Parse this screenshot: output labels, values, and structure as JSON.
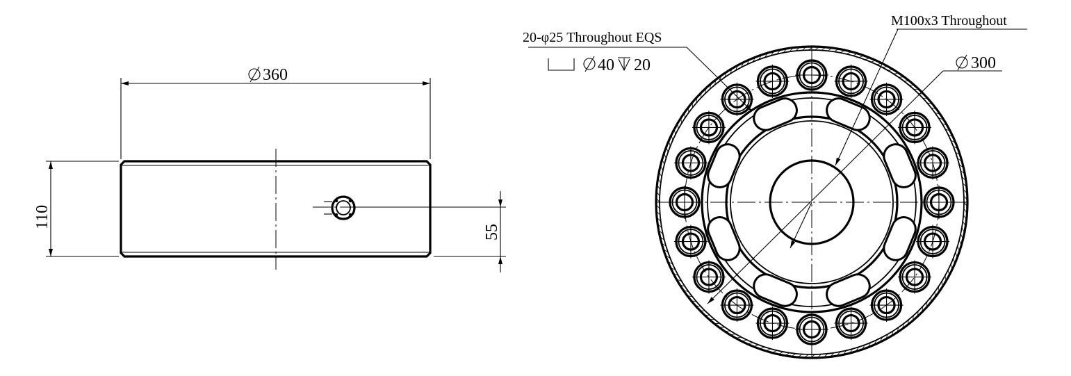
{
  "side_view": {
    "diameter_label": "360",
    "height_label": "110",
    "half_height_label": "55"
  },
  "top_view": {
    "bolt_hole_callout": "20-φ25 Throughout EQS",
    "counterbore_diameter": "40",
    "counterbore_depth": "20",
    "thread_callout": "M100x3 Throughout",
    "pcd_label": "300",
    "bolt_hole_count": 20,
    "slot_count": 8
  }
}
